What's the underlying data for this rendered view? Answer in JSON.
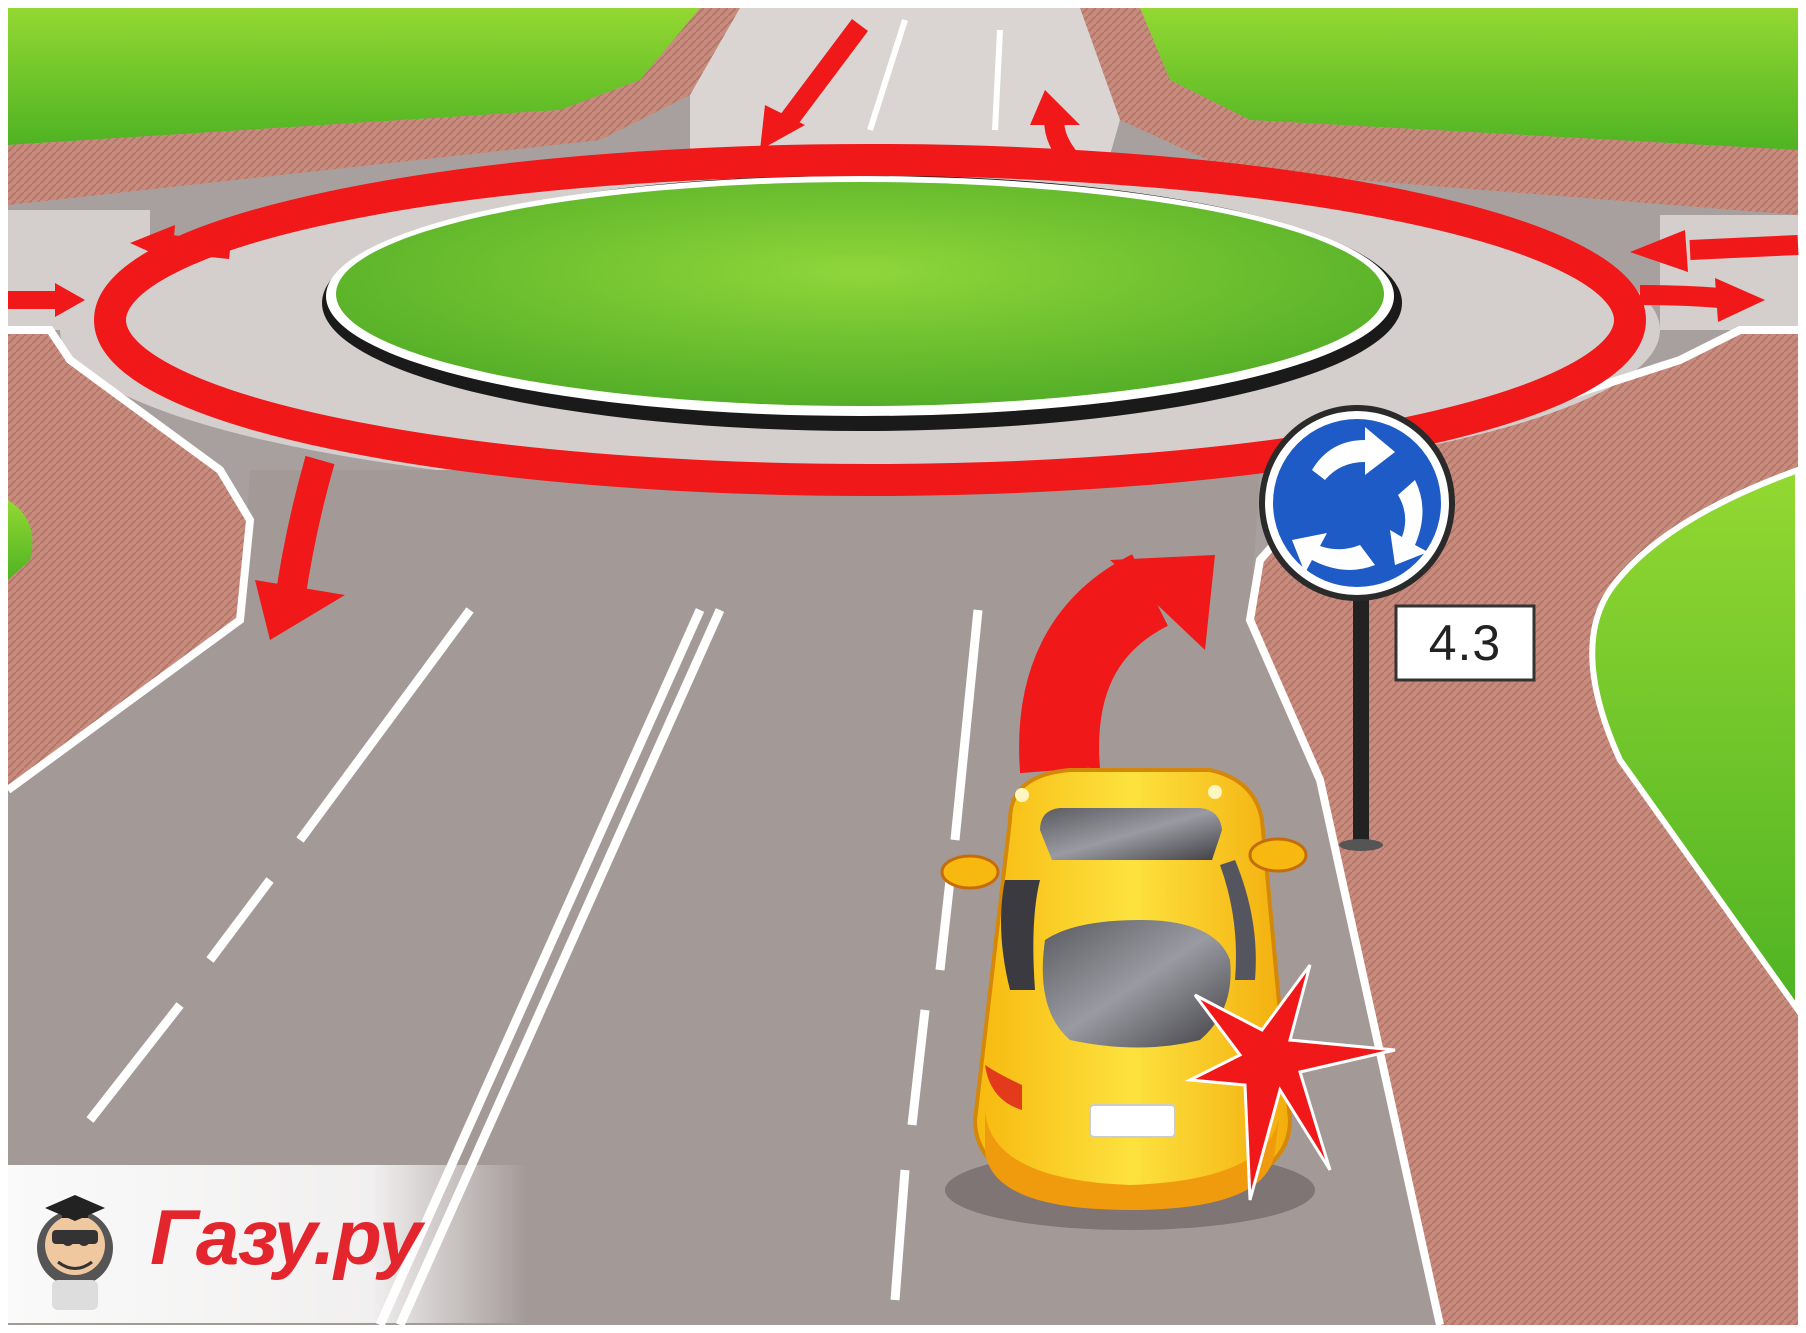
{
  "sign": {
    "name": "roundabout-sign",
    "plate_number": "4.3",
    "colors": {
      "disc": "#1f5bc6",
      "rim": "#ffffff",
      "arrows": "#ffffff"
    }
  },
  "logo": {
    "text": "Газу.ру",
    "icon": "driver-mascot-icon",
    "color": "#e3262d"
  },
  "palette": {
    "grass": "#5cc22a",
    "asphalt": "#a59c9a",
    "sidewalk": "#c98c7e",
    "ring_route": "#f01c1c",
    "car": "#fccf17"
  }
}
